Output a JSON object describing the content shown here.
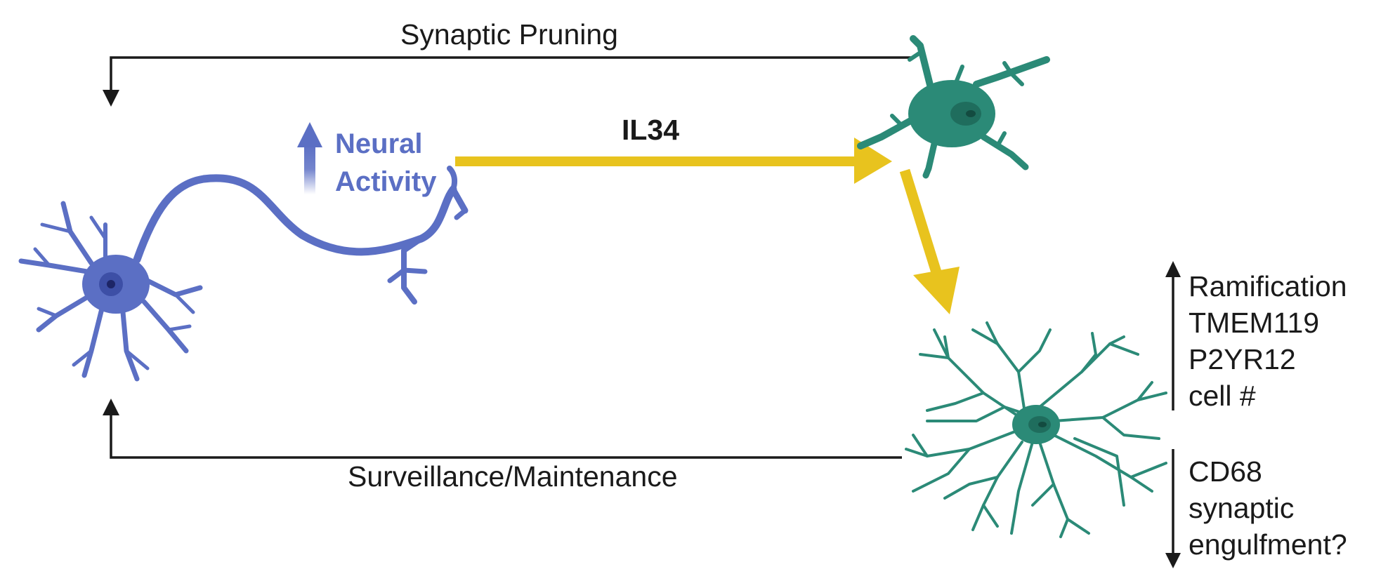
{
  "pathways": {
    "top_label": "Synaptic Pruning",
    "bottom_label": "Surveillance/Maintenance"
  },
  "signal": {
    "label": "IL34",
    "color": "#e8c31e"
  },
  "neuron": {
    "color": "#5b6fc4",
    "activity_line1": "Neural",
    "activity_line2": "Activity"
  },
  "microglia": {
    "color": "#2b8a77"
  },
  "up_list": [
    "Ramification",
    "TMEM119",
    "P2YR12",
    "cell #"
  ],
  "down_list": [
    "CD68",
    "synaptic",
    "engulfment?"
  ]
}
